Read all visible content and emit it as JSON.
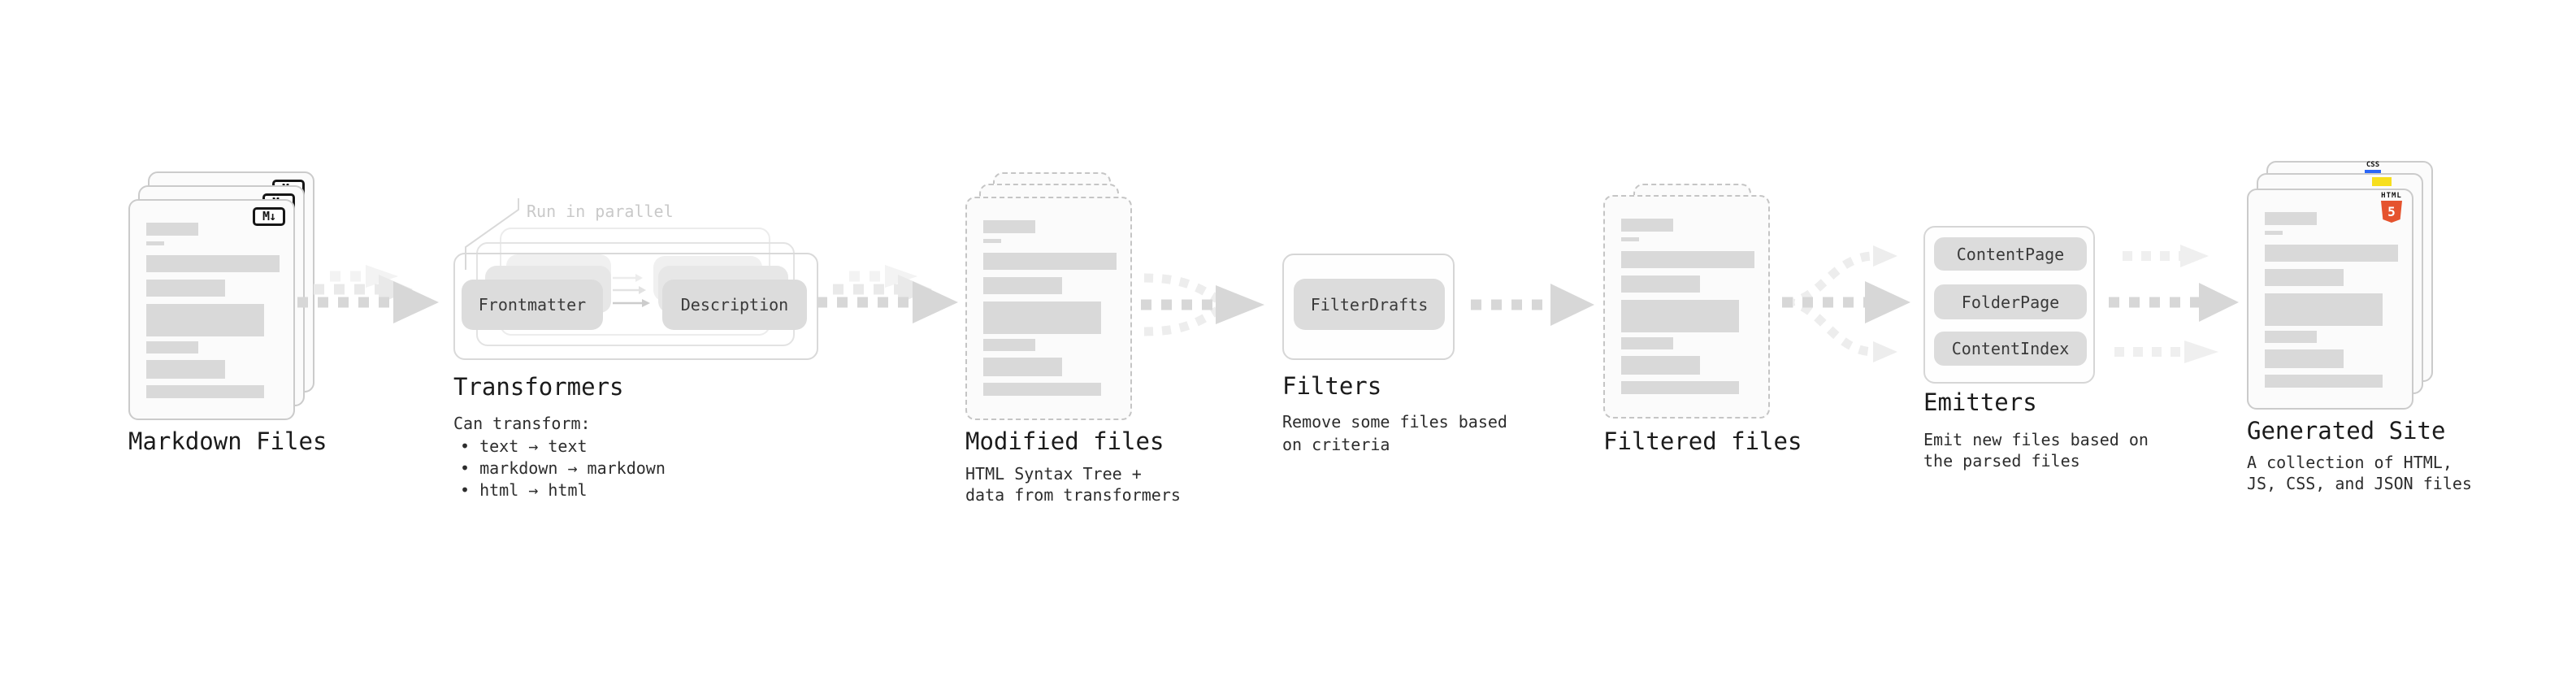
{
  "stages": {
    "markdown": {
      "label": "Markdown Files"
    },
    "transformers": {
      "label": "Transformers",
      "note": "Run in parallel",
      "pill_from": "Frontmatter",
      "pill_to": "Description",
      "desc_title": "Can transform:",
      "bullets": [
        "• text → text",
        "• markdown → markdown",
        "• html → html"
      ]
    },
    "modified": {
      "label": "Modified files",
      "desc": [
        "HTML Syntax Tree +",
        "data from transformers"
      ]
    },
    "filters": {
      "label": "Filters",
      "pill": "FilterDrafts",
      "desc": [
        "Remove some files based",
        "on criteria"
      ]
    },
    "filtered": {
      "label": "Filtered files"
    },
    "emitters": {
      "label": "Emitters",
      "pills": [
        "ContentPage",
        "FolderPage",
        "ContentIndex"
      ],
      "desc": [
        "Emit new files based on",
        "the parsed files"
      ]
    },
    "generated": {
      "label": "Generated Site",
      "desc": [
        "A collection of HTML,",
        "JS, CSS, and JSON files"
      ]
    }
  },
  "icons": {
    "markdown_badge": "M↓",
    "css_badge": "CSS",
    "html5": {
      "label": "HTML",
      "five": "5"
    }
  },
  "colors": {
    "html5_orange": "#e5532e",
    "js_yellow": "#f7df1e",
    "css_blue": "#2b66f6",
    "placeholder_gray": "#d9d9d9",
    "arrow_gray": "#d7d7d7"
  }
}
